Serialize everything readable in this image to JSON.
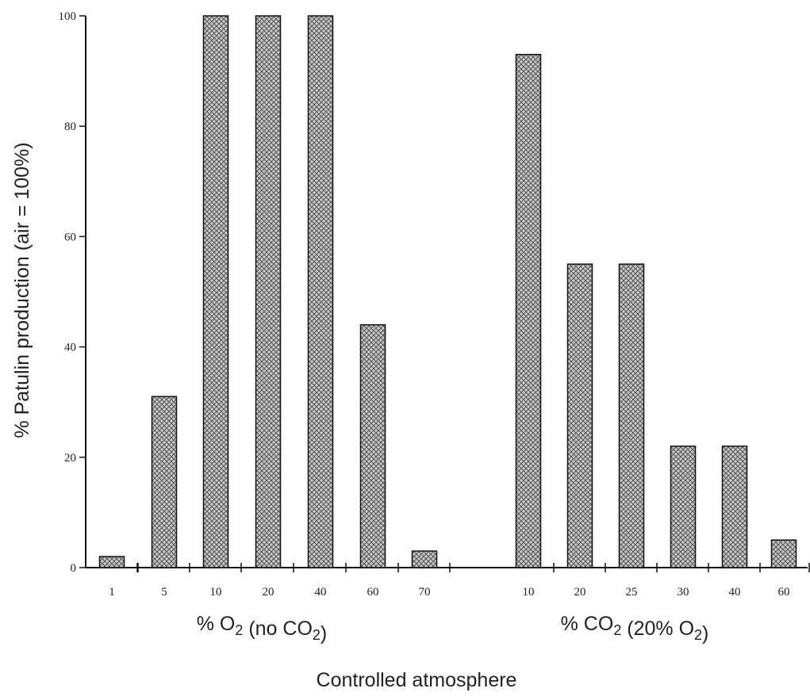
{
  "chart_data": {
    "type": "bar",
    "ylabel": "% Patulin production (air = 100%)",
    "xlabel": "Controlled atmosphere",
    "ylim": [
      0,
      100
    ],
    "yticks": [
      0,
      20,
      40,
      60,
      80,
      100
    ],
    "grid": false,
    "colors": {
      "bar_fill": "#c8c8c8",
      "bar_pattern": "#555555",
      "axis": "#111111"
    },
    "groups": [
      {
        "label_prefix": "% O",
        "label_sub": "2",
        "label_mid": " (no CO",
        "label_sub2": "2",
        "label_suffix": ")",
        "categories": [
          "1",
          "5",
          "10",
          "20",
          "40",
          "60",
          "70"
        ],
        "values": [
          2,
          31,
          100,
          100,
          100,
          44,
          3
        ]
      },
      {
        "label_prefix": "% CO",
        "label_sub": "2",
        "label_mid": " (20% O",
        "label_sub2": "2",
        "label_suffix": ")",
        "categories": [
          "10",
          "20",
          "25",
          "30",
          "40",
          "60"
        ],
        "values": [
          93,
          55,
          55,
          22,
          22,
          5
        ]
      }
    ]
  }
}
